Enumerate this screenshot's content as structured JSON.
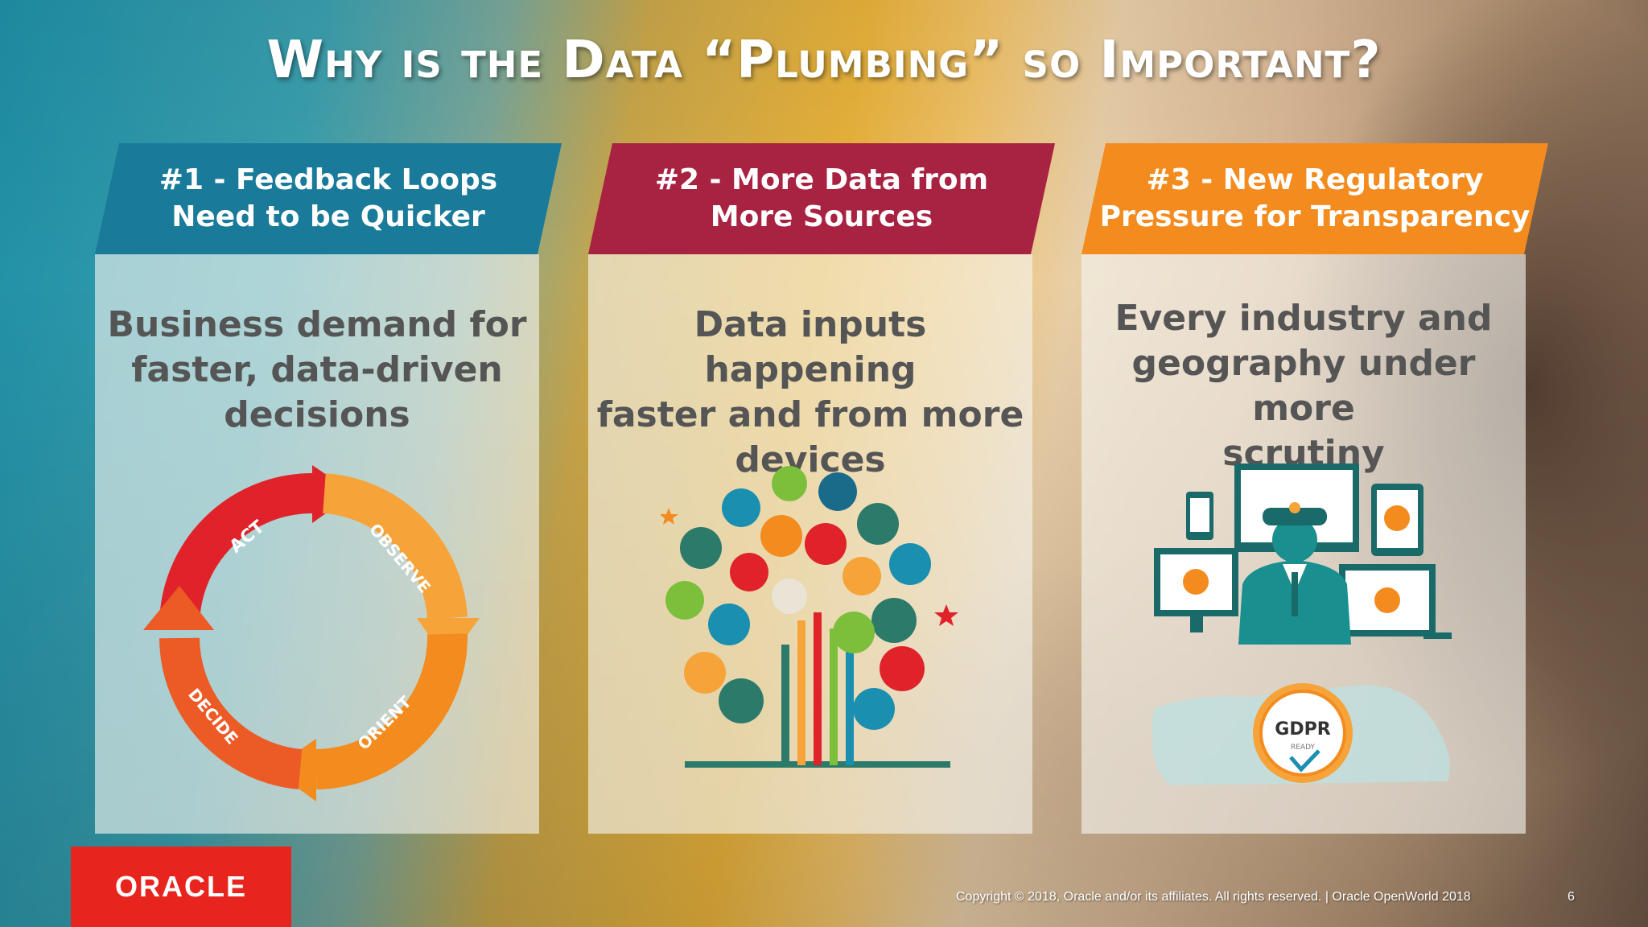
{
  "slide": {
    "title": "Why is the Data “Plumbing” so Important?"
  },
  "columns": [
    {
      "banner_line1": "#1 - Feedback Loops",
      "banner_line2": "Need to be Quicker",
      "banner_color": "#1a7a99",
      "body": [
        "Business demand for",
        "faster, data-driven",
        "decisions"
      ],
      "cycle": {
        "act": "ACT",
        "observe": "OBSERVE",
        "orient": "ORIENT",
        "decide": "DECIDE"
      }
    },
    {
      "banner_line1": "#2 - More Data from",
      "banner_line2": "More Sources",
      "banner_color": "#a82242",
      "body": [
        "Data inputs happening",
        "faster and from more",
        "devices"
      ]
    },
    {
      "banner_line1": "#3 - New Regulatory",
      "banner_line2": "Pressure for Transparency",
      "banner_color": "#f38b1e",
      "body": [
        "Every industry and",
        "geography under more",
        "scrutiny"
      ],
      "badge": {
        "label": "GDPR",
        "sub": "READY"
      }
    }
  ],
  "footer": {
    "logo": "ORACLE",
    "copyright": "Copyright © 2018, Oracle and/or its affiliates. All rights reserved.  |  Oracle OpenWorld 2018",
    "page": "6"
  },
  "icons": {
    "ooda": "ooda-cycle-icon",
    "data_tree": "data-sources-tree-icon",
    "regulator": "regulator-officer-icon",
    "gdpr": "gdpr-badge-icon"
  }
}
